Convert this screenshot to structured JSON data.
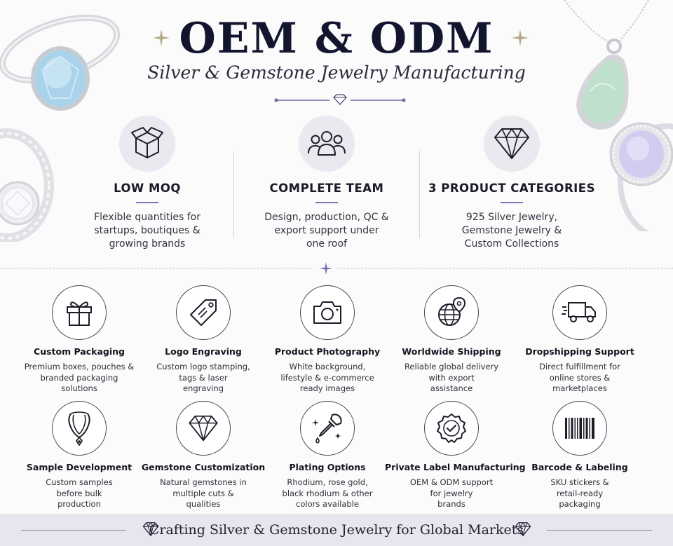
{
  "header": {
    "title": "OEM & ODM",
    "subtitle": "Silver & Gemstone Jewelry Manufacturing"
  },
  "top_features": [
    {
      "icon": "box-icon",
      "title": "LOW MOQ",
      "description": "Flexible quantities for\nstartups, boutiques &\ngrowing brands"
    },
    {
      "icon": "team-icon",
      "title": "COMPLETE TEAM",
      "description": "Design, production, QC &\nexport support under\none roof"
    },
    {
      "icon": "diamond-icon",
      "title": "3 PRODUCT CATEGORIES",
      "description": "925 Silver Jewelry,\nGemstone Jewelry &\nCustom Collections"
    }
  ],
  "services": [
    {
      "icon": "gift-icon",
      "title": "Custom Packaging",
      "description": "Premium boxes, pouches &\nbranded packaging\nsolutions"
    },
    {
      "icon": "tag-icon",
      "title": "Logo Engraving",
      "description": "Custom logo stamping,\ntags & laser\nengraving"
    },
    {
      "icon": "camera-icon",
      "title": "Product Photography",
      "description": "White background,\nlifestyle & e-commerce\nready images"
    },
    {
      "icon": "globe-pin-icon",
      "title": "Worldwide Shipping",
      "description": "Reliable global delivery\nwith export\nassistance"
    },
    {
      "icon": "truck-icon",
      "title": "Dropshipping Support",
      "description": "Direct fulfillment for\nonline stores &\nmarketplaces"
    },
    {
      "icon": "necklace-icon",
      "title": "Sample Development",
      "description": "Custom samples\nbefore bulk\nproduction"
    },
    {
      "icon": "diamond-icon",
      "title": "Gemstone Customization",
      "description": "Natural gemstones in\nmultiple cuts &\nqualities"
    },
    {
      "icon": "dropper-icon",
      "title": "Plating Options",
      "description": "Rhodium, rose gold,\nblack rhodium & other\ncolors available"
    },
    {
      "icon": "badge-check-icon",
      "title": "Private Label Manufacturing",
      "description": "OEM & ODM support\nfor jewelry\nbrands"
    },
    {
      "icon": "barcode-icon",
      "title": "Barcode & Labeling",
      "description": "SKU stickers &\nretail-ready\npackaging"
    }
  ],
  "footer": {
    "tagline": "Crafting Silver & Gemstone Jewelry for Global Markets"
  },
  "colors": {
    "navy": "#13152e",
    "accent_lavender": "#7b74b5",
    "footer_band": "#e7e6ef",
    "icon_circle_fill": "#e9e9ef",
    "aquamarine": "#a9d3ea",
    "green_amethyst": "#bfe0cc",
    "lavender_gem": "#d2cdf0"
  }
}
